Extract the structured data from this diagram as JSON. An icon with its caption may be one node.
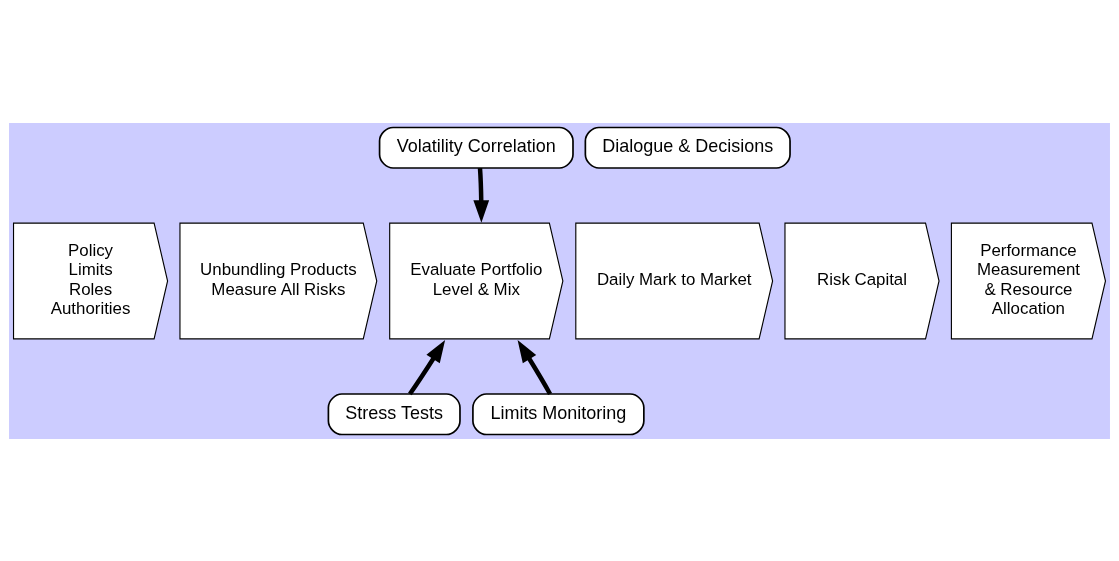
{
  "diagram": {
    "nodes": [
      {
        "text": [
          "Volatility Correlation"
        ]
      },
      {
        "text": [
          "Dialogue & Decisions"
        ]
      },
      {
        "text": [
          "Policy",
          "Limits",
          "Roles",
          "Authorities"
        ]
      },
      {
        "text": [
          "Unbundling Products",
          "Measure All Risks"
        ]
      },
      {
        "text": [
          "Evaluate Portfolio",
          "Level & Mix"
        ]
      },
      {
        "text": [
          "Daily Mark to Market"
        ]
      },
      {
        "text": [
          "Risk Capital"
        ]
      },
      {
        "text": [
          "Performance Measurement & Resource Allocation"
        ]
      },
      {
        "text": [
          "Stress Tests"
        ]
      },
      {
        "text": [
          "Limits Monitoring"
        ]
      }
    ],
    "edges": [
      {
        "from": 0,
        "to": 4,
        "arrow": "to"
      },
      {
        "from": 8,
        "to": 4,
        "arrow": "to"
      },
      {
        "from": 9,
        "to": 4,
        "arrow": "to"
      }
    ]
  }
}
